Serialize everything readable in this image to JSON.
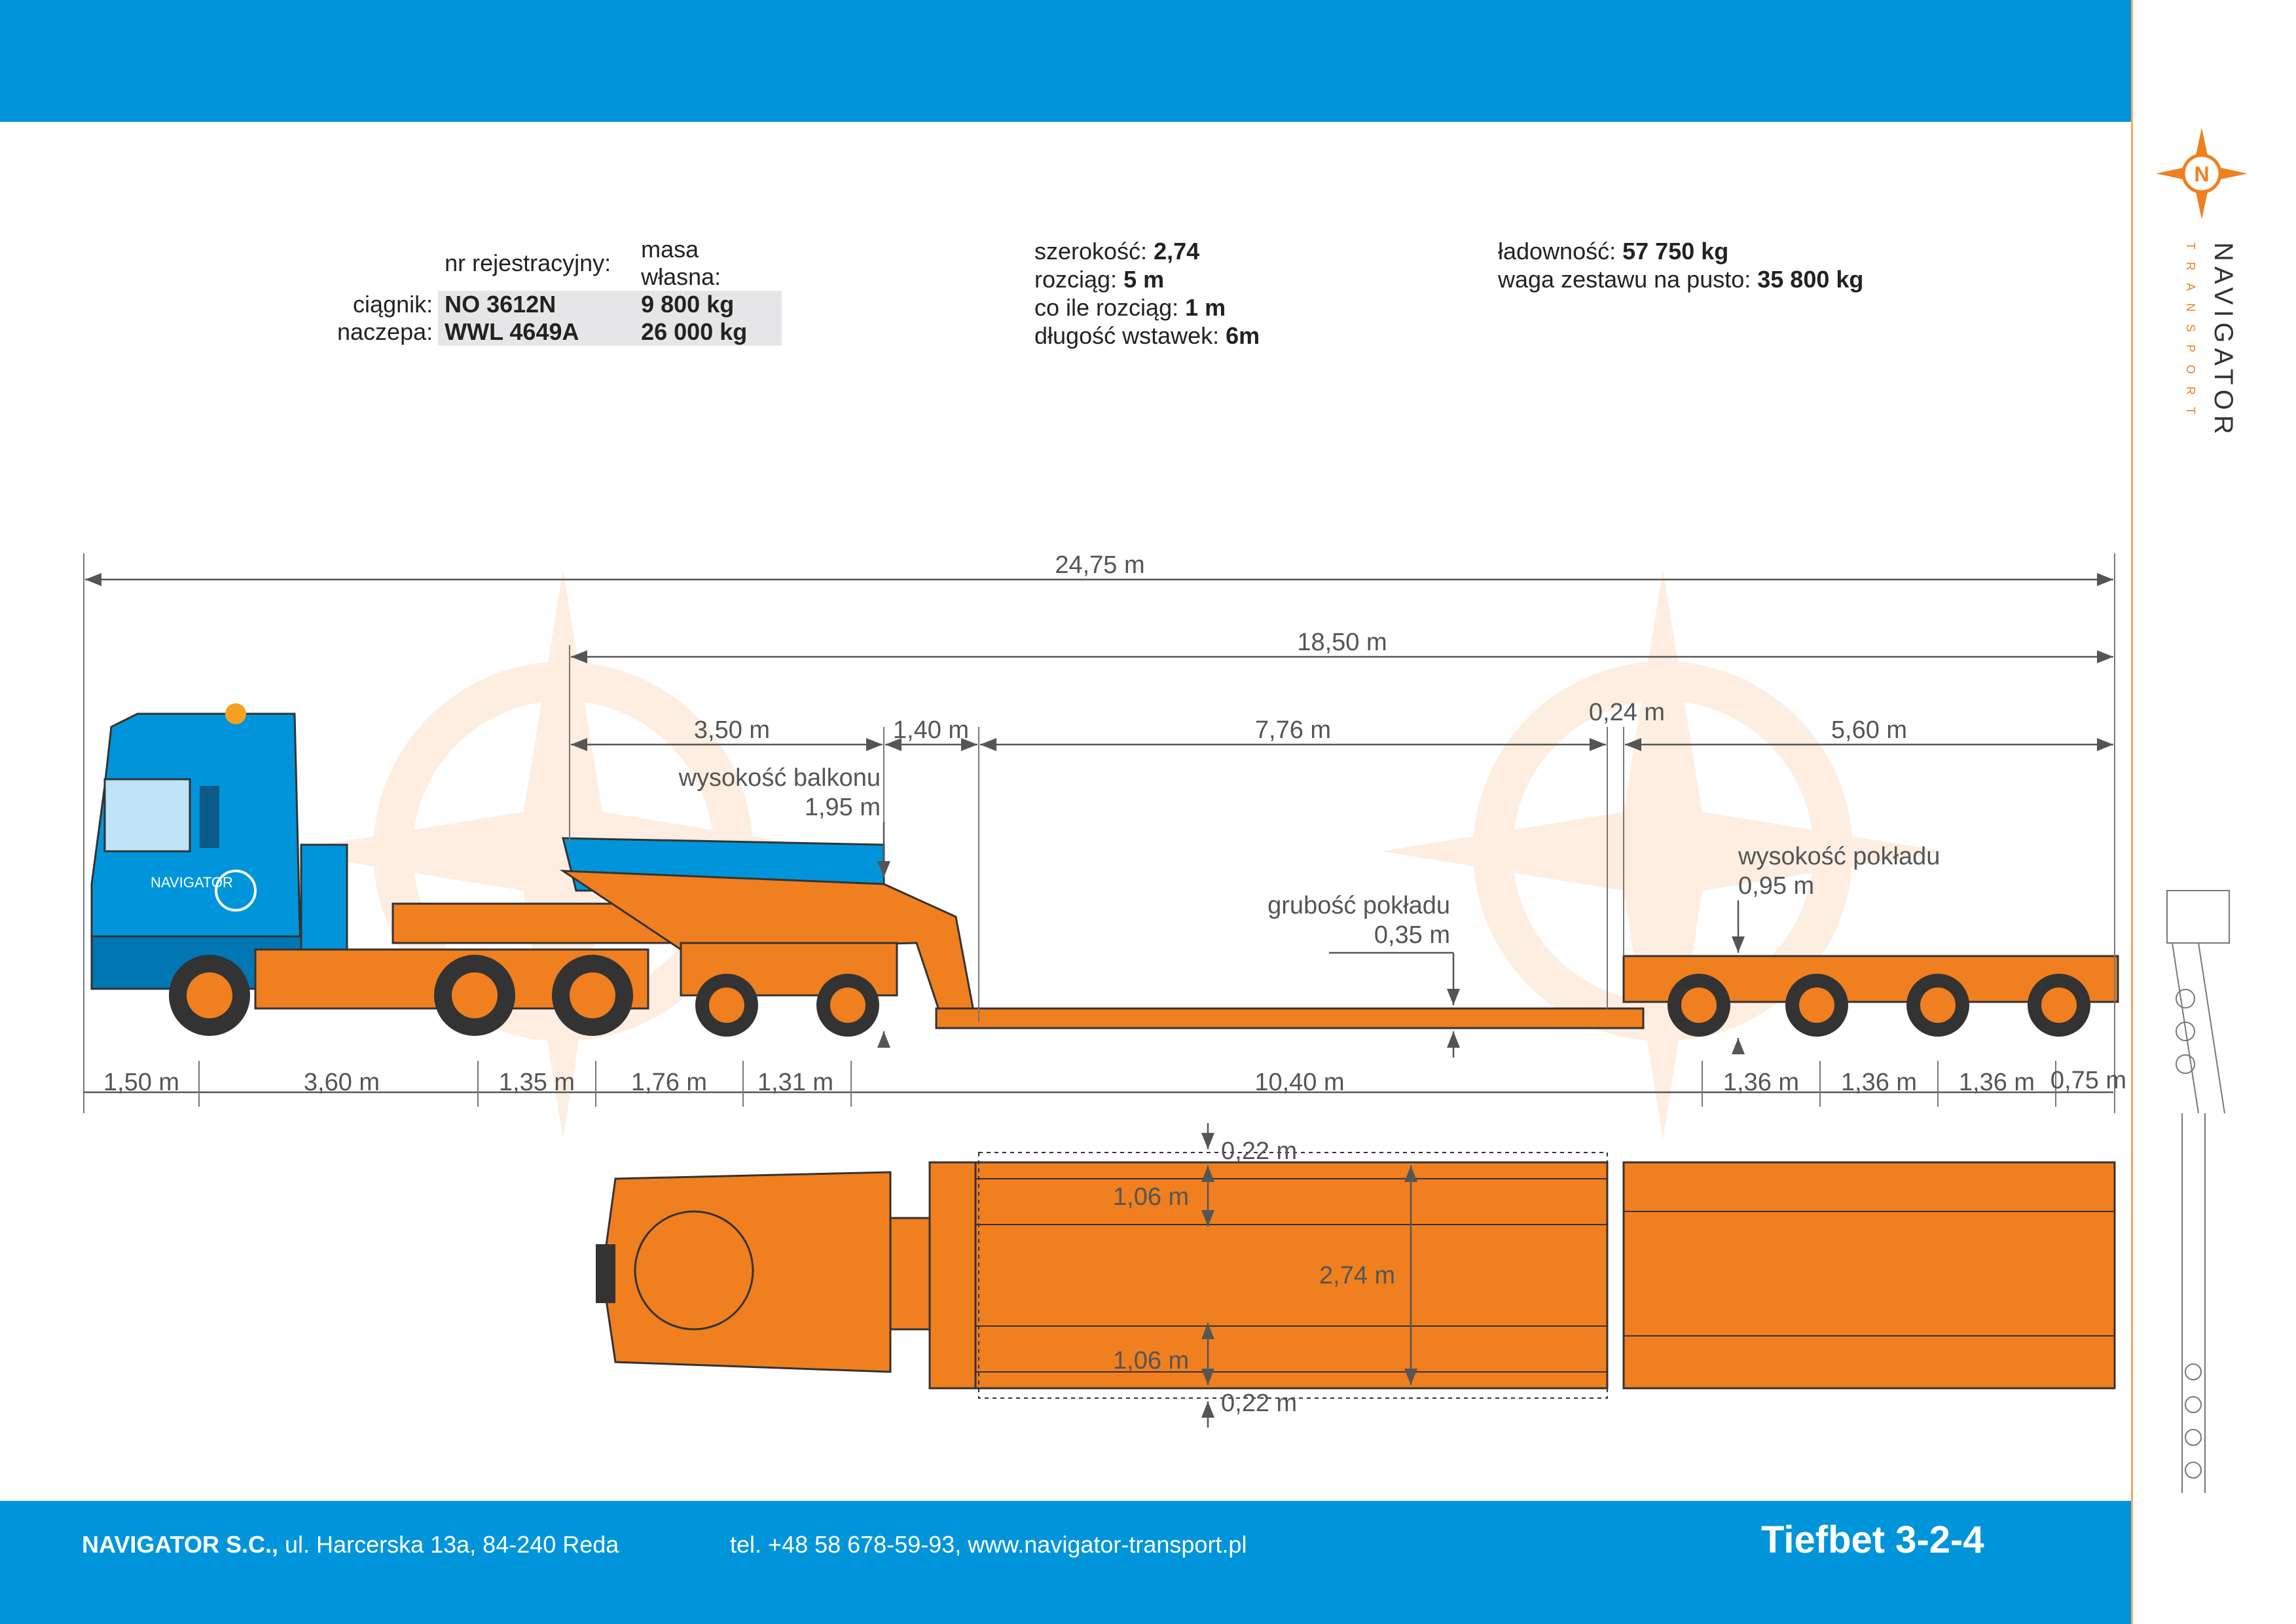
{
  "header": {
    "col_headers": {
      "reg": "nr rejestracyjny:",
      "mass": "masa własna:"
    },
    "rows": [
      {
        "label": "ciągnik:",
        "reg": "NO 3612N",
        "mass": "9 800 kg"
      },
      {
        "label": "naczepa:",
        "reg": "WWL 4649A",
        "mass": "26 000 kg"
      }
    ]
  },
  "specs_mid": [
    {
      "label": "szerokość:",
      "value": "2,74"
    },
    {
      "label": "rozciąg:",
      "value": "5 m"
    },
    {
      "label": "co ile rozciąg:",
      "value": "1 m"
    },
    {
      "label": "długość wstawek:",
      "value": "6m"
    }
  ],
  "specs_right": [
    {
      "label": "ładowność:",
      "value": "57 750 kg"
    },
    {
      "label": "waga zestawu na pusto:",
      "value": "35 800 kg"
    }
  ],
  "dimensions": {
    "total": "24,75 m",
    "trailer": "18,50 m",
    "gooseneck": "3,50 m",
    "neck": "1,40 m",
    "deck_low": "7,76 m",
    "gap": "0,24 m",
    "rear": "5,60 m",
    "balcony_label": "wysokość balkonu",
    "balcony_value": "1,95 m",
    "deck_thickness_label": "grubość pokładu",
    "deck_thickness_value": "0,35 m",
    "deck_height_label": "wysokość pokładu",
    "deck_height_value": "0,95 m",
    "bottom": [
      "1,50 m",
      "3,60 m",
      "1,35 m",
      "1,76 m",
      "1,31 m",
      "10,40 m",
      "1,36 m",
      "1,36 m",
      "1,36 m",
      "0,75 m"
    ],
    "plan": {
      "edge_top": "0,22 m",
      "ramp_top": "1,06 m",
      "width": "2,74 m",
      "ramp_bottom": "1,06 m",
      "edge_bottom": "0,22 m"
    }
  },
  "truck_logo": "NAVIGATOR",
  "brand": {
    "name": "NAVIGATOR",
    "sub": "TRANSPORT",
    "letter": "N"
  },
  "footer": {
    "company": "NAVIGATOR S.C.,",
    "address": " ul. Harcerska  13a, 84-240 Reda",
    "contact": "tel.  +48 58 678-59-93, www.navigator-transport.pl",
    "title": "Tiefbet 3-2-4"
  },
  "colors": {
    "blue": "#0095da",
    "orange": "#f07f1f",
    "dim": "#555555"
  }
}
